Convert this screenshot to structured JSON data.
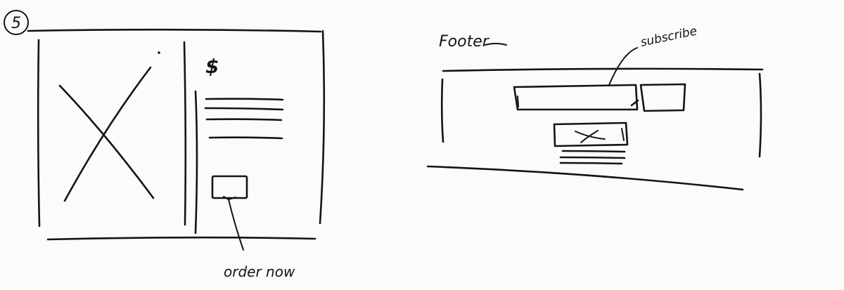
{
  "step_number": "5",
  "left_sketch": {
    "price_symbol": "$",
    "button_annotation": "order now"
  },
  "right_sketch": {
    "section_title": "Footer",
    "input_annotation": "subscribe"
  }
}
